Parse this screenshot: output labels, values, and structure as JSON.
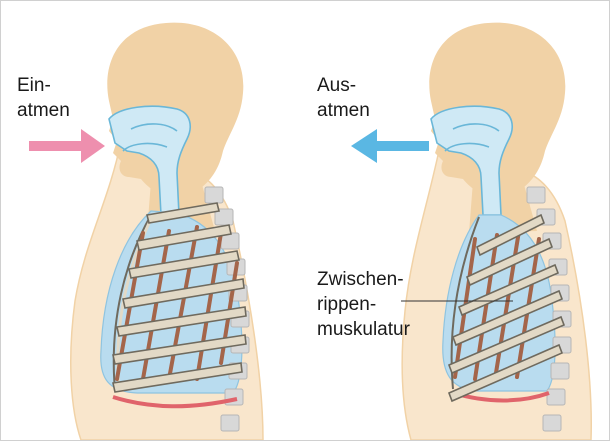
{
  "labels": {
    "einatmen": [
      "Ein-",
      "atmen"
    ],
    "ausatmen": [
      "Aus-",
      "atmen"
    ],
    "muskulatur": [
      "Zwischen-",
      "rippen-",
      "muskulatur"
    ]
  },
  "colors": {
    "skin": "#f1d2a6",
    "skin_light": "#f9e6cc",
    "lung": "#b9dcef",
    "airway": "#cfe9f5",
    "airway_stroke": "#6ab7d8",
    "rib_fill": "#e2d9c6",
    "rib_stroke": "#6f6a5e",
    "muscle": "#a4654a",
    "diaphragm": "#e0646b",
    "spine": "#d8d8d8",
    "arrow_in": "#ee8fae",
    "arrow_out": "#5ab7e3"
  },
  "icons": {
    "inhale_arrow": "arrow-right-icon",
    "exhale_arrow": "arrow-left-icon"
  }
}
